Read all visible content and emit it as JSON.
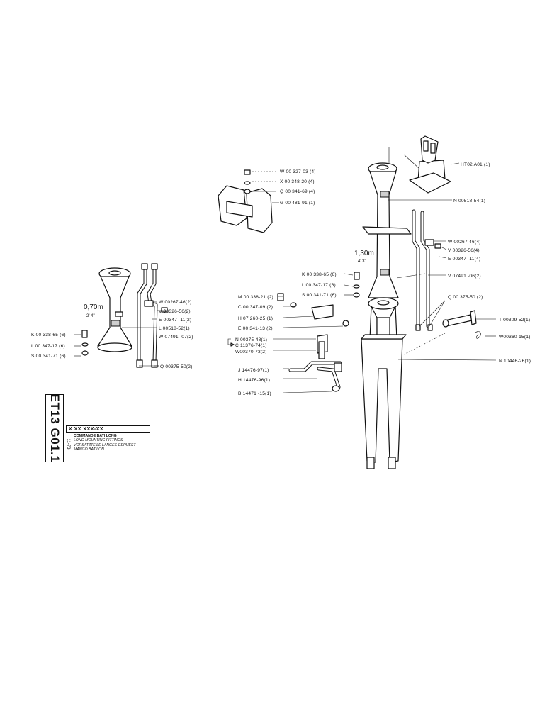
{
  "labels": {
    "hto2": "HT02  A01 (1)",
    "w327": "W 00 327-03 (4)",
    "x348": "X 00 348-20 (4)",
    "q341": "Q 00 341-69 (4)",
    "g481": "G 00 481-91  (1)",
    "n518_54": "N 00518-54(1)",
    "w267_r": "W 00267-46(4)",
    "v326_r": "V 00326-56(4)",
    "e347_r": "E 00347- 11(4)",
    "v7491_r": "V 07491 -06(2)",
    "k338_r": "K 00 338-65 (6)",
    "l347_r": "L 00 347-17 (6)",
    "s341_r": "S 00 341-71 (6)",
    "q375_r": "Q 00 375-50 (2)",
    "t309": "T 00309-52(1)",
    "w360": "W00360-15(1)",
    "n10446": "N 10446-26(1)",
    "m338": "M 00 338-21 (2)",
    "c347": "C 00 347-09 (2)",
    "h07260": "H 07 260-25 (1)",
    "e341": "E 00 341-13 (2)",
    "n375": "N 00375-48(1)",
    "c11376": "C 11376-74(1)",
    "w370": "W00370-73(2)",
    "j14476": "J 14476-97(1)",
    "h14476": "H 14476-96(1)",
    "b14471": "B 14471 -15(1)",
    "w267_l": "W 00267-46(2)",
    "v326_l": "V 00326-56(2)",
    "e347_l": "E 00347- 11(2)",
    "l518": "L 00518-52(1)",
    "w7491_l": "W 07491 -07(2)",
    "k338_l": "K 00 338-65 (6)",
    "l347_l": "L 00 347-17 (6)",
    "s341_l": "S 00 341-71 (6)",
    "q375_l": "Q 00375-50(2)"
  },
  "dimensions": {
    "left_m": "0,70m",
    "left_ft": "2' 4\"",
    "right_m": "1,30m",
    "right_ft": "4' 3\""
  },
  "title_block": {
    "code": "ET13  G01.1",
    "part_number": "X XX XXX-XX",
    "date": "11-73",
    "title_fr": "COMMANDE BATI LONG",
    "title_en": "LONG MOUNTING FITTINGS",
    "title_de": "VORSATZTEILE LANGES GERUEST",
    "title_es": "MANGO BATILON"
  }
}
